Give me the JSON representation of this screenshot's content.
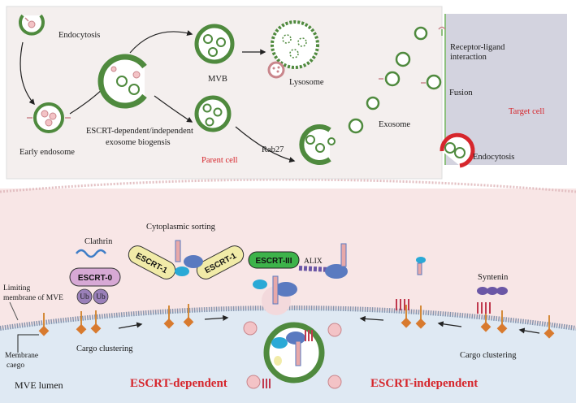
{
  "top_panel": {
    "endocytosis": "Endocytosis",
    "early_endosome": "Early endosome",
    "escrt_biogenesis_line1": "ESCRT-dependent/independent",
    "escrt_biogenesis_line2": "exosome biogensis",
    "mvb": "MVB",
    "lysosome": "Lysosome",
    "parent_cell": "Parent cell",
    "rab27": "Rab27",
    "exosome": "Exosome",
    "receptor_ligand_line1": "Receptor-ligand",
    "receptor_ligand_line2": "interaction",
    "fusion": "Fusion",
    "target_cell": "Target cell",
    "endocytosis_target": "Endocytosis"
  },
  "bottom_panel": {
    "cytoplasmic_sorting": "Cytoplasmic sorting",
    "clathrin": "Clathrin",
    "escrt0": "ESCRT-0",
    "ub1": "Ub",
    "ub2": "Ub",
    "escrt1_left": "ESCRT-1",
    "escrt1_right": "ESCRT-1",
    "escrt3": "ESCRT-III",
    "alix": "ALIX",
    "syntenin": "Syntenin",
    "limiting_line1": "Limiting",
    "limiting_line2": "membrane of MVE",
    "membrane_line1": "Membrane",
    "membrane_line2": "caego",
    "cargo_clustering_left": "Cargo clustering",
    "cargo_clustering_right": "Cargo clustering",
    "mve_lumen": "MVE lumen",
    "escrt_dependent": "ESCRT-dependent",
    "escrt_independent": "ESCRT-independent"
  },
  "colors": {
    "vesicle_green": "#4f8a3e",
    "target_panel": "#d3d3df",
    "parent_panel": "#f4efee",
    "cytoplasm": "#f8e6e6",
    "lumen": "#dfe9f3",
    "escrt0": "#d7a9d5",
    "escrt1": "#f1eba8",
    "escrt3": "#3db34a",
    "accent_red": "#d6262c"
  }
}
